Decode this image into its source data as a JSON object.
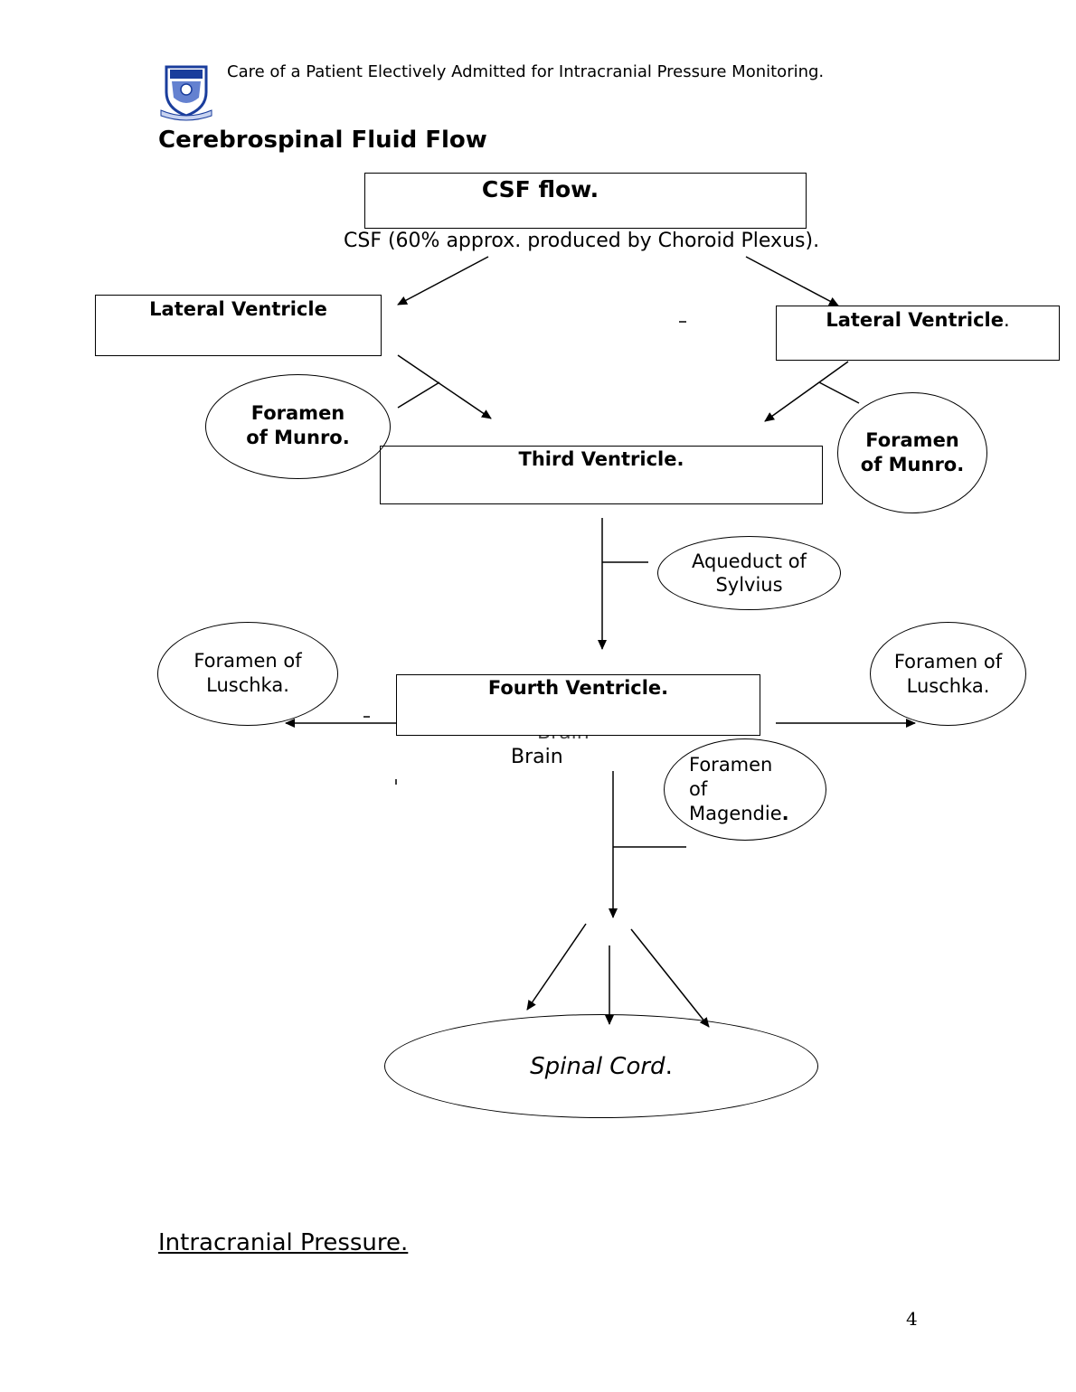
{
  "header": {
    "document_title": "Care of a Patient Electively Admitted for Intracranial Pressure Monitoring.",
    "logo_icon": "crest-logo-icon"
  },
  "section": {
    "title": "Cerebrospinal Fluid Flow"
  },
  "diagram": {
    "title_box": "CSF flow.",
    "csf_source": "CSF (60% approx. produced by Choroid Plexus).",
    "lateral_ventricle_left": "Lateral Ventricle",
    "lateral_ventricle_right": "Lateral Ventricle",
    "lateral_ventricle_right_period": ".",
    "foramen_munro_left": "Foramen of Munro.",
    "foramen_munro_right": "Foramen of Munro.",
    "third_ventricle": "Third Ventricle.",
    "aqueduct": "Aqueduct of Sylvius",
    "foramen_luschka_left": "Foramen of Luschka.",
    "foramen_luschka_right": "Foramen of Luschka.",
    "fourth_ventricle": "Fourth Ventricle.",
    "brain_label_faded": "Brain",
    "brain_label": "Brain",
    "foramen_magendie": "Foramen of Magendie",
    "foramen_magendie_period": ".",
    "spinal_cord": "Spinal Cord",
    "spinal_cord_period": "."
  },
  "bottom": {
    "heading": "Intracranial Pressure."
  },
  "footer": {
    "page_number": "4"
  },
  "colors": {
    "crest_blue": "#1a3d9c",
    "ink": "#000000"
  }
}
